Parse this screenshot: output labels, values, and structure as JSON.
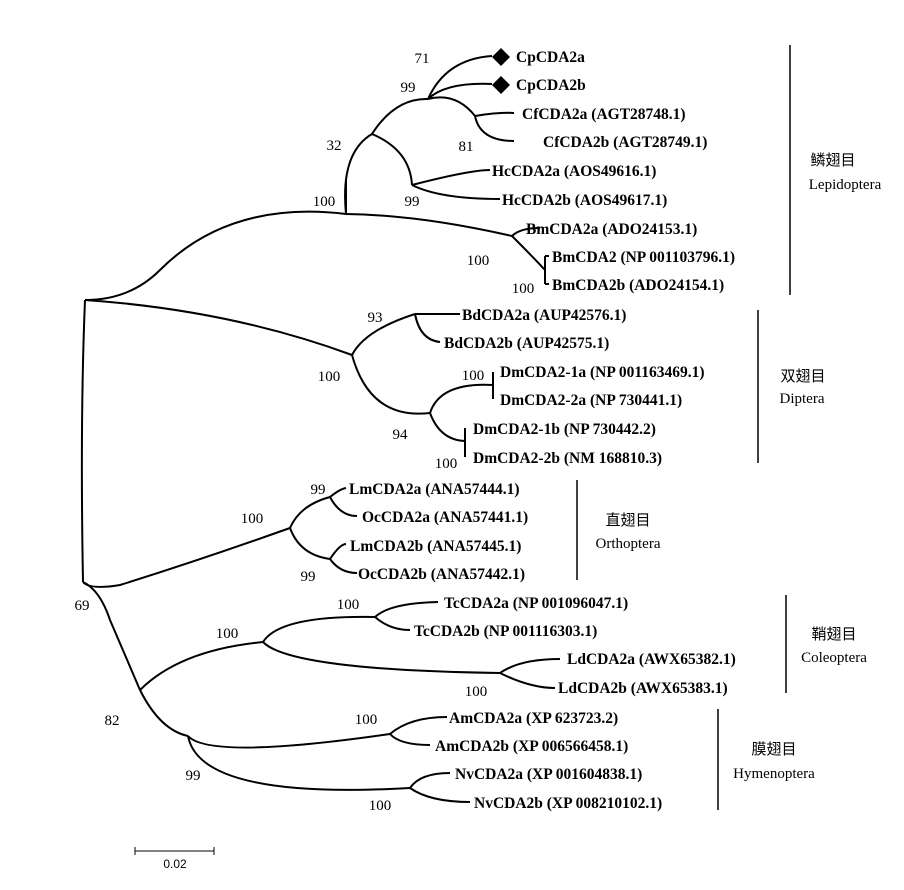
{
  "taxa": [
    {
      "label": "CpCDA2a",
      "marker": "diamond"
    },
    {
      "label": "CpCDA2b",
      "marker": "diamond"
    },
    {
      "label": "CfCDA2a (AGT28748.1)"
    },
    {
      "label": "CfCDA2b (AGT28749.1)"
    },
    {
      "label": "HcCDA2a (AOS49616.1)"
    },
    {
      "label": "HcCDA2b (AOS49617.1)"
    },
    {
      "label": "BmCDA2a (ADO24153.1)"
    },
    {
      "label": "BmCDA2 (NP 001103796.1)"
    },
    {
      "label": "BmCDA2b (ADO24154.1)"
    },
    {
      "label": "BdCDA2a (AUP42576.1)"
    },
    {
      "label": "BdCDA2b (AUP42575.1)"
    },
    {
      "label": "DmCDA2-1a (NP 001163469.1)"
    },
    {
      "label": "DmCDA2-2a (NP 730441.1)"
    },
    {
      "label": "DmCDA2-1b (NP 730442.2)"
    },
    {
      "label": "DmCDA2-2b (NM 168810.3)"
    },
    {
      "label": "LmCDA2a (ANA57444.1)"
    },
    {
      "label": "OcCDA2a (ANA57441.1)"
    },
    {
      "label": "LmCDA2b (ANA57445.1)"
    },
    {
      "label": "OcCDA2b (ANA57442.1)"
    },
    {
      "label": "TcCDA2a (NP 001096047.1)"
    },
    {
      "label": "TcCDA2b (NP 001116303.1)"
    },
    {
      "label": "LdCDA2a (AWX65382.1)"
    },
    {
      "label": "LdCDA2b (AWX65383.1)"
    },
    {
      "label": "AmCDA2a (XP 623723.2)"
    },
    {
      "label": "AmCDA2b (XP 006566458.1)"
    },
    {
      "label": "NvCDA2a (XP 001604838.1)"
    },
    {
      "label": "NvCDA2b (XP 008210102.1)"
    }
  ],
  "support_values": [
    "71",
    "99",
    "81",
    "32",
    "99",
    "100",
    "100",
    "100",
    "93",
    "100",
    "100",
    "94",
    "100",
    "99",
    "100",
    "99",
    "100",
    "100",
    "100",
    "69",
    "82",
    "100",
    "99",
    "100"
  ],
  "groups": [
    {
      "name_cn": "鳞翅目",
      "name_en": "Lepidoptera"
    },
    {
      "name_cn": "双翅目",
      "name_en": "Diptera"
    },
    {
      "name_cn": "直翅目",
      "name_en": "Orthoptera"
    },
    {
      "name_cn": "鞘翅目",
      "name_en": "Coleoptera"
    },
    {
      "name_cn": "膜翅目",
      "name_en": "Hymenoptera"
    }
  ],
  "scale_bar": {
    "label": "0.02"
  }
}
